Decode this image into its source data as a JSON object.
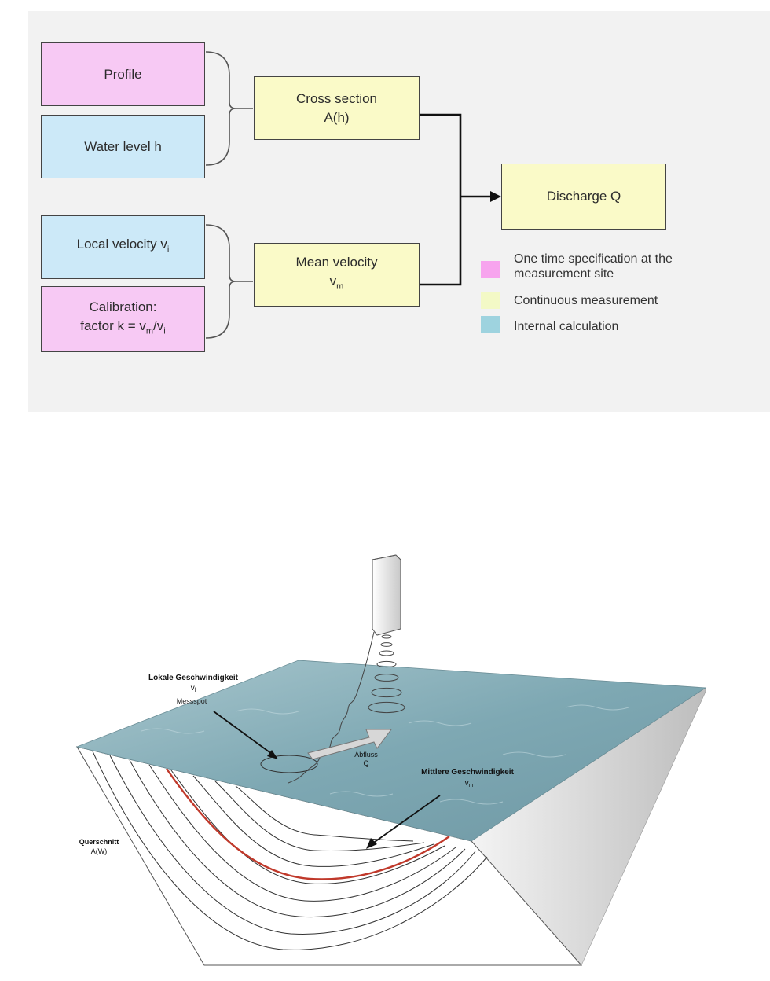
{
  "flow": {
    "profile": "Profile",
    "water_level": "Water level h",
    "local_velocity_prefix": "Local velocity v",
    "local_velocity_sub": "i",
    "calibration_line1": "Calibration:",
    "calibration_prefix": "factor k = v",
    "calibration_sub_m": "m",
    "calibration_mid": "/v",
    "calibration_sub_i": "i",
    "cross_section_line1": "Cross section",
    "cross_section_line2": "A(h)",
    "mean_velocity_line1": "Mean velocity",
    "mean_velocity_prefix": "v",
    "mean_velocity_sub": "m",
    "discharge": "Discharge Q"
  },
  "legend": {
    "items": [
      {
        "label": "One time specification at the measurement site",
        "color": "#f7a4ee"
      },
      {
        "label": "Continuous measurement",
        "color": "#f3f9c6"
      },
      {
        "label": "Internal calculation",
        "color": "#9ed3df"
      }
    ]
  },
  "illustration": {
    "local_velocity_title": "Lokale Geschwindigkeit",
    "local_velocity_symbol": "v",
    "local_velocity_sub": "l",
    "measure_spot": "Messspot",
    "flow_label": "Abfluss",
    "flow_symbol": "Q",
    "mean_velocity_title": "Mittlere Geschwindigkeit",
    "mean_velocity_symbol": "v",
    "mean_velocity_sub": "m",
    "cross_section_title": "Querschnitt",
    "cross_section_symbol": "A(W)"
  },
  "colors": {
    "pink": "#f7c9f4",
    "blue": "#cce9f8",
    "yellow": "#fafac8",
    "water": "#86aeb8",
    "profile_line_highlight": "#c0392b"
  }
}
